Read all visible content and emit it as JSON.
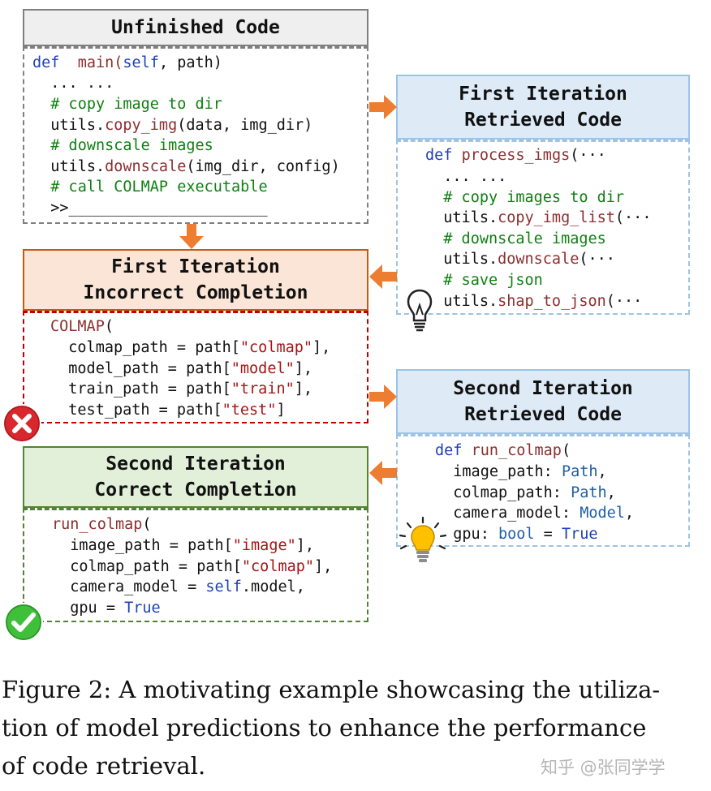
{
  "boxes": {
    "unfinished": {
      "title": "Unfinished Code",
      "lines": [
        [
          "def ",
          " main(",
          "self",
          ", path)"
        ],
        "  ... ...",
        "  # copy image to dir",
        [
          "  utils.",
          "copy_img",
          "(data, img_dir)"
        ],
        "  # downscale images",
        [
          "  utils.",
          "downscale",
          "(img_dir, config)"
        ],
        "  # call COLMAP executable",
        "  >>______________________"
      ]
    },
    "first_retrieved": {
      "title_1": "First Iteration",
      "title_2": "Retrieved Code",
      "lines": [
        [
          "def ",
          "process_imgs",
          "(···"
        ],
        "  ... ...",
        "  # copy images to dir",
        [
          "  utils.",
          "copy_img_list",
          "(···"
        ],
        "  # downscale images",
        [
          "  utils.",
          "downscale",
          "(···"
        ],
        "  # save json",
        [
          "  utils.",
          "shap_to_json",
          "(···"
        ]
      ]
    },
    "first_incorrect": {
      "title_1": "First Iteration",
      "title_2": "Incorrect Completion",
      "lines": [
        [
          "COLMAP",
          "("
        ],
        [
          "  colmap_path = path[",
          "\"colmap\"",
          "],"
        ],
        [
          "  model_path = path[",
          "\"model\"",
          "],"
        ],
        [
          "  train_path = path[",
          "\"train\"",
          "],"
        ],
        [
          "  test_path = path[",
          "\"test\"",
          "]"
        ]
      ]
    },
    "second_retrieved": {
      "title_1": "Second Iteration",
      "title_2": "Retrieved Code",
      "lines": [
        [
          "def ",
          "run_colmap",
          "("
        ],
        [
          "  image_path: ",
          "Path",
          ","
        ],
        [
          "  colmap_path: ",
          "Path",
          ","
        ],
        [
          "  camera_model: ",
          "Model",
          ","
        ],
        [
          "  gpu: ",
          "bool",
          " = ",
          "True"
        ]
      ]
    },
    "second_correct": {
      "title_1": "Second Iteration",
      "title_2": "Correct Completion",
      "lines": [
        [
          "run_colmap",
          "("
        ],
        [
          "  image_path = path[",
          "\"image\"",
          "],"
        ],
        [
          "  colmap_path = path[",
          "\"colmap\"",
          "],"
        ],
        [
          "  camera_model = ",
          "self",
          ".model,"
        ],
        [
          "  gpu = ",
          "True"
        ]
      ]
    }
  },
  "icons": [
    "lightbulb-outline-icon",
    "lightbulb-lit-icon",
    "error-x-icon",
    "success-check-icon"
  ],
  "caption": {
    "line1": "Figure 2: A motivating example showcasing the utiliza-",
    "line2": "tion of model predictions to enhance the performance",
    "line3": "of code retrieval."
  },
  "watermark": "知乎 @张同学学",
  "colors": {
    "gray_border": "#7f7f7f",
    "gray_fill": "#efefef",
    "blue_border": "#9dc3e6",
    "blue_fill": "#deebf7",
    "orange_border": "#c55a11",
    "orange_fill": "#fbe5d6",
    "green_border": "#548235",
    "green_fill": "#e2f0d9",
    "arrow": "#ed7d31"
  }
}
